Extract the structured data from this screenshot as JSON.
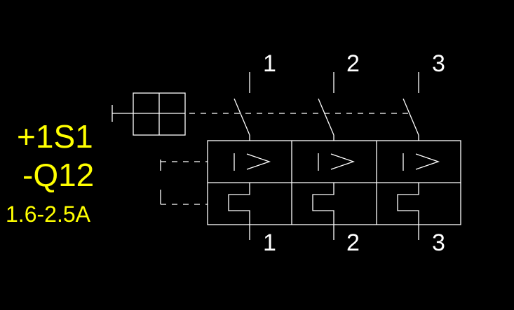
{
  "device": {
    "location_tag": "+1S1",
    "device_tag": "-Q12",
    "rating": "1.6-2.5A"
  },
  "terminals": {
    "top": [
      "1",
      "2",
      "3"
    ],
    "bottom": [
      "1",
      "2",
      "3"
    ]
  },
  "colors": {
    "background": "#000000",
    "lines": "#ffffff",
    "tags": "#ffff00"
  },
  "symbols": {
    "operator": "manual-operator-box",
    "release_row_1": "magnetic-release-arrow",
    "release_row_2": "thermal-overload-release"
  }
}
